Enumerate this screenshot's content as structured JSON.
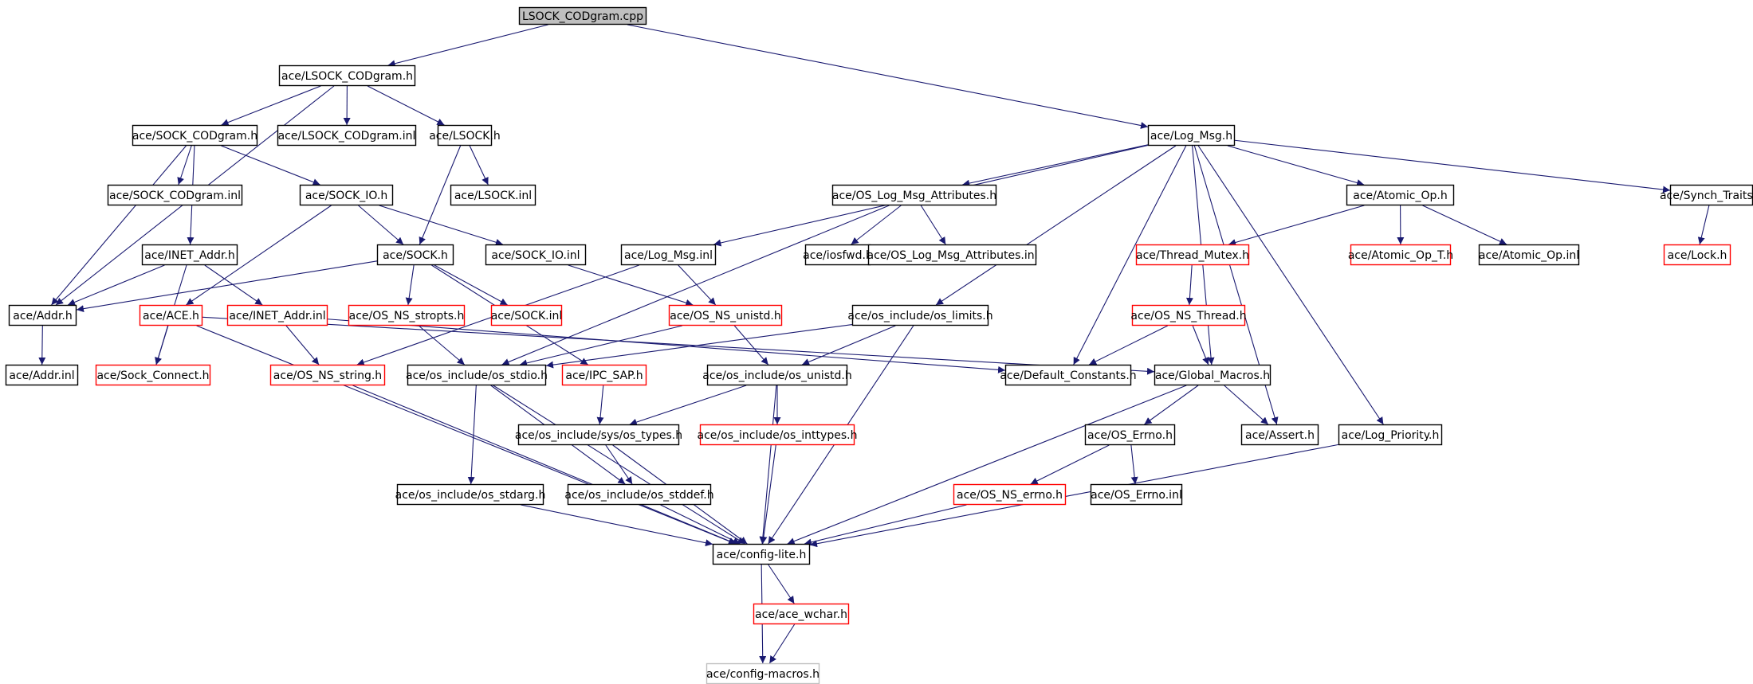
{
  "graph": {
    "root": "LSOCK_CODgram.cpp",
    "colors": {
      "edge": "#191970",
      "node_border": "#000000",
      "node_border_truncated": "#ff0000",
      "node_border_external": "#bfbfbf",
      "root_fill": "#bfbfbf"
    },
    "nodes": [
      {
        "id": "root",
        "label": "LSOCK_CODgram.cpp",
        "style": "root"
      },
      {
        "id": "lsockcodgram_h",
        "label": "ace/LSOCK_CODgram.h",
        "style": "normal"
      },
      {
        "id": "log_msg_h",
        "label": "ace/Log_Msg.h",
        "style": "normal"
      },
      {
        "id": "sock_codgram_h",
        "label": "ace/SOCK_CODgram.h",
        "style": "normal"
      },
      {
        "id": "lsockcodgram_inl",
        "label": "ace/LSOCK_CODgram.inl",
        "style": "normal"
      },
      {
        "id": "lsock_h",
        "label": "ace/LSOCK.h",
        "style": "normal"
      },
      {
        "id": "sock_codgram_inl",
        "label": "ace/SOCK_CODgram.inl",
        "style": "normal"
      },
      {
        "id": "sock_io_h",
        "label": "ace/SOCK_IO.h",
        "style": "normal"
      },
      {
        "id": "lsock_inl",
        "label": "ace/LSOCK.inl",
        "style": "normal"
      },
      {
        "id": "inet_addr_h",
        "label": "ace/INET_Addr.h",
        "style": "normal"
      },
      {
        "id": "sock_h",
        "label": "ace/SOCK.h",
        "style": "normal"
      },
      {
        "id": "sock_io_inl",
        "label": "ace/SOCK_IO.inl",
        "style": "normal"
      },
      {
        "id": "log_msg_inl",
        "label": "ace/Log_Msg.inl",
        "style": "normal"
      },
      {
        "id": "os_log_msg_attr_h",
        "label": "ace/OS_Log_Msg_Attributes.h",
        "style": "normal"
      },
      {
        "id": "iosfwd_h",
        "label": "ace/iosfwd.h",
        "style": "normal"
      },
      {
        "id": "os_log_msg_attr_inl",
        "label": "ace/OS_Log_Msg_Attributes.inl",
        "style": "normal"
      },
      {
        "id": "atomic_op_h",
        "label": "ace/Atomic_Op.h",
        "style": "normal"
      },
      {
        "id": "thread_mutex_h",
        "label": "ace/Thread_Mutex.h",
        "style": "truncated"
      },
      {
        "id": "atomic_op_t_h",
        "label": "ace/Atomic_Op_T.h",
        "style": "truncated"
      },
      {
        "id": "atomic_op_inl",
        "label": "ace/Atomic_Op.inl",
        "style": "normal"
      },
      {
        "id": "synch_traits_h",
        "label": "ace/Synch_Traits.h",
        "style": "normal"
      },
      {
        "id": "lock_h",
        "label": "ace/Lock.h",
        "style": "truncated"
      },
      {
        "id": "addr_h",
        "label": "ace/Addr.h",
        "style": "normal"
      },
      {
        "id": "ace_h",
        "label": "ace/ACE.h",
        "style": "truncated"
      },
      {
        "id": "inet_addr_inl",
        "label": "ace/INET_Addr.inl",
        "style": "truncated"
      },
      {
        "id": "os_ns_stropts_h",
        "label": "ace/OS_NS_stropts.h",
        "style": "truncated"
      },
      {
        "id": "sock_inl",
        "label": "ace/SOCK.inl",
        "style": "truncated"
      },
      {
        "id": "os_ns_unistd_h",
        "label": "ace/OS_NS_unistd.h",
        "style": "truncated"
      },
      {
        "id": "os_limits_h",
        "label": "ace/os_include/os_limits.h",
        "style": "normal"
      },
      {
        "id": "os_ns_thread_h",
        "label": "ace/OS_NS_Thread.h",
        "style": "truncated"
      },
      {
        "id": "addr_inl",
        "label": "ace/Addr.inl",
        "style": "normal"
      },
      {
        "id": "sock_connect_h",
        "label": "ace/Sock_Connect.h",
        "style": "truncated"
      },
      {
        "id": "os_ns_string_h",
        "label": "ace/OS_NS_string.h",
        "style": "truncated"
      },
      {
        "id": "os_stdio_h",
        "label": "ace/os_include/os_stdio.h",
        "style": "normal"
      },
      {
        "id": "ipc_sap_h",
        "label": "ace/IPC_SAP.h",
        "style": "truncated"
      },
      {
        "id": "os_unistd_h",
        "label": "ace/os_include/os_unistd.h",
        "style": "normal"
      },
      {
        "id": "default_constants_h",
        "label": "ace/Default_Constants.h",
        "style": "normal"
      },
      {
        "id": "global_macros_h",
        "label": "ace/Global_Macros.h",
        "style": "normal"
      },
      {
        "id": "os_types_h",
        "label": "ace/os_include/sys/os_types.h",
        "style": "normal"
      },
      {
        "id": "os_inttypes_h",
        "label": "ace/os_include/os_inttypes.h",
        "style": "truncated"
      },
      {
        "id": "os_errno_h",
        "label": "ace/OS_Errno.h",
        "style": "normal"
      },
      {
        "id": "assert_h",
        "label": "ace/Assert.h",
        "style": "normal"
      },
      {
        "id": "log_priority_h",
        "label": "ace/Log_Priority.h",
        "style": "normal"
      },
      {
        "id": "os_stdarg_h",
        "label": "ace/os_include/os_stdarg.h",
        "style": "normal"
      },
      {
        "id": "os_stddef_h",
        "label": "ace/os_include/os_stddef.h",
        "style": "normal"
      },
      {
        "id": "os_ns_errno_h",
        "label": "ace/OS_NS_errno.h",
        "style": "truncated"
      },
      {
        "id": "os_errno_inl",
        "label": "ace/OS_Errno.inl",
        "style": "normal"
      },
      {
        "id": "config_lite_h",
        "label": "ace/config-lite.h",
        "style": "normal"
      },
      {
        "id": "ace_wchar_h",
        "label": "ace/ace_wchar.h",
        "style": "truncated"
      },
      {
        "id": "config_macros_h",
        "label": "ace/config-macros.h",
        "style": "external"
      }
    ],
    "edges": [
      [
        "root",
        "lsockcodgram_h"
      ],
      [
        "root",
        "log_msg_h"
      ],
      [
        "lsockcodgram_h",
        "sock_codgram_h"
      ],
      [
        "lsockcodgram_h",
        "lsockcodgram_inl"
      ],
      [
        "lsockcodgram_h",
        "lsock_h"
      ],
      [
        "lsockcodgram_h",
        "addr_h"
      ],
      [
        "sock_codgram_h",
        "sock_codgram_inl"
      ],
      [
        "sock_codgram_h",
        "sock_io_h"
      ],
      [
        "sock_codgram_h",
        "inet_addr_h"
      ],
      [
        "sock_codgram_h",
        "addr_h"
      ],
      [
        "lsock_h",
        "lsock_inl"
      ],
      [
        "lsock_h",
        "sock_h"
      ],
      [
        "sock_io_h",
        "sock_h"
      ],
      [
        "sock_io_h",
        "sock_io_inl"
      ],
      [
        "sock_io_h",
        "ace_h"
      ],
      [
        "inet_addr_h",
        "addr_h"
      ],
      [
        "inet_addr_h",
        "inet_addr_inl"
      ],
      [
        "inet_addr_h",
        "sock_connect_h"
      ],
      [
        "sock_h",
        "addr_h"
      ],
      [
        "sock_h",
        "os_ns_stropts_h"
      ],
      [
        "sock_h",
        "sock_inl"
      ],
      [
        "sock_h",
        "ipc_sap_h"
      ],
      [
        "sock_io_inl",
        "os_ns_unistd_h"
      ],
      [
        "addr_h",
        "addr_inl"
      ],
      [
        "ace_h",
        "sock_connect_h"
      ],
      [
        "ace_h",
        "config_lite_h"
      ],
      [
        "ace_h",
        "global_macros_h"
      ],
      [
        "inet_addr_inl",
        "os_ns_string_h"
      ],
      [
        "inet_addr_inl",
        "default_constants_h"
      ],
      [
        "os_ns_stropts_h",
        "os_stdio_h"
      ],
      [
        "os_ns_unistd_h",
        "os_stdio_h"
      ],
      [
        "os_ns_unistd_h",
        "os_unistd_h"
      ],
      [
        "log_msg_h",
        "log_msg_inl"
      ],
      [
        "log_msg_h",
        "os_log_msg_attr_h"
      ],
      [
        "log_msg_h",
        "os_limits_h"
      ],
      [
        "log_msg_h",
        "default_constants_h"
      ],
      [
        "log_msg_h",
        "global_macros_h"
      ],
      [
        "log_msg_h",
        "atomic_op_h"
      ],
      [
        "log_msg_h",
        "synch_traits_h"
      ],
      [
        "log_msg_h",
        "assert_h"
      ],
      [
        "log_msg_h",
        "log_priority_h"
      ],
      [
        "log_msg_inl",
        "os_ns_unistd_h"
      ],
      [
        "log_msg_inl",
        "os_ns_string_h"
      ],
      [
        "os_log_msg_attr_h",
        "iosfwd_h"
      ],
      [
        "os_log_msg_attr_h",
        "os_log_msg_attr_inl"
      ],
      [
        "os_log_msg_attr_h",
        "os_stdio_h"
      ],
      [
        "atomic_op_h",
        "thread_mutex_h"
      ],
      [
        "atomic_op_h",
        "atomic_op_t_h"
      ],
      [
        "atomic_op_h",
        "atomic_op_inl"
      ],
      [
        "synch_traits_h",
        "lock_h"
      ],
      [
        "thread_mutex_h",
        "os_ns_thread_h"
      ],
      [
        "os_ns_thread_h",
        "default_constants_h"
      ],
      [
        "os_ns_thread_h",
        "global_macros_h"
      ],
      [
        "os_limits_h",
        "os_unistd_h"
      ],
      [
        "os_limits_h",
        "os_stdio_h"
      ],
      [
        "os_limits_h",
        "config_lite_h"
      ],
      [
        "global_macros_h",
        "os_errno_h"
      ],
      [
        "global_macros_h",
        "assert_h"
      ],
      [
        "global_macros_h",
        "config_lite_h"
      ],
      [
        "os_errno_h",
        "os_ns_errno_h"
      ],
      [
        "os_errno_h",
        "os_errno_inl"
      ],
      [
        "os_ns_errno_h",
        "config_lite_h"
      ],
      [
        "log_priority_h",
        "config_lite_h"
      ],
      [
        "os_ns_string_h",
        "config_lite_h"
      ],
      [
        "os_stdio_h",
        "os_stdarg_h"
      ],
      [
        "os_stdio_h",
        "os_stddef_h"
      ],
      [
        "os_stdio_h",
        "config_lite_h"
      ],
      [
        "ipc_sap_h",
        "os_types_h"
      ],
      [
        "os_unistd_h",
        "os_types_h"
      ],
      [
        "os_unistd_h",
        "os_inttypes_h"
      ],
      [
        "os_unistd_h",
        "config_lite_h"
      ],
      [
        "os_types_h",
        "os_stddef_h"
      ],
      [
        "os_types_h",
        "config_lite_h"
      ],
      [
        "os_inttypes_h",
        "config_lite_h"
      ],
      [
        "os_stdarg_h",
        "config_lite_h"
      ],
      [
        "os_stddef_h",
        "config_lite_h"
      ],
      [
        "config_lite_h",
        "ace_wchar_h"
      ],
      [
        "config_lite_h",
        "config_macros_h"
      ],
      [
        "ace_wchar_h",
        "config_macros_h"
      ]
    ]
  }
}
